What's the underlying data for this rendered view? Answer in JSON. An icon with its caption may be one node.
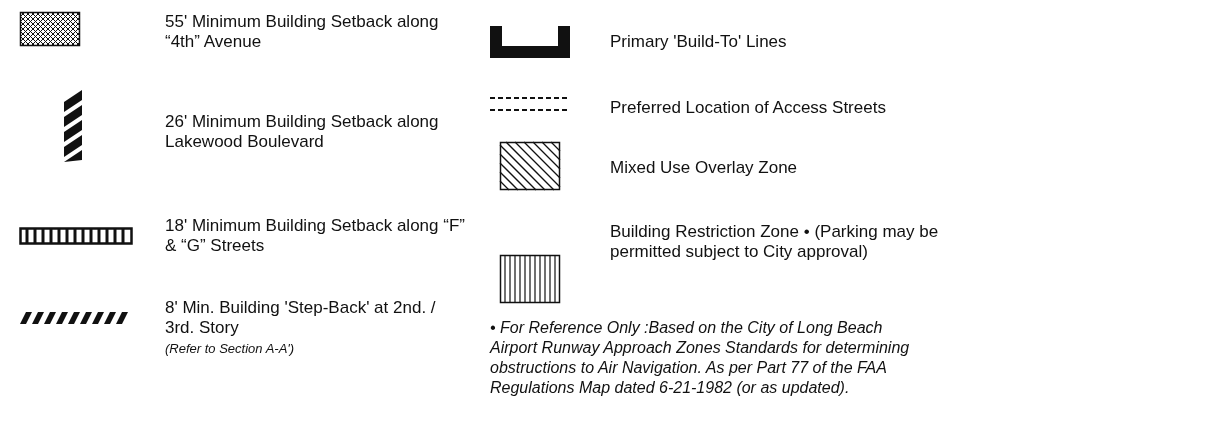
{
  "diagram": {
    "legend": [
      {
        "text": "55' Minimum Building Setback along “4th” Avenue"
      },
      {
        "text": "26' Minimum Building Setback along Lakewood Boulevard"
      },
      {
        "text": "18' Minimum Building Setback along “F” & “G” Streets"
      },
      {
        "text": "8' Min. Building 'Step-Back' at 2nd. / 3rd. Story"
      },
      {
        "text": "Primary 'Build-To' Lines"
      },
      {
        "text": "Preferred Location of Access Streets"
      },
      {
        "text": "Mixed Use Overlay Zone"
      },
      {
        "text": "Building Restriction Zone • (Parking may be permitted subject to City approval)"
      }
    ],
    "labels": [
      "(Refer to Section A-A')",
      "• For Reference Only :Based on the City of Long Beach Airport Runway Approach Zones Standards for determining obstructions to Air Navigation. As per Part 77 of the FAA Regulations Map dated 6-21-1982 (or as updated)."
    ]
  }
}
